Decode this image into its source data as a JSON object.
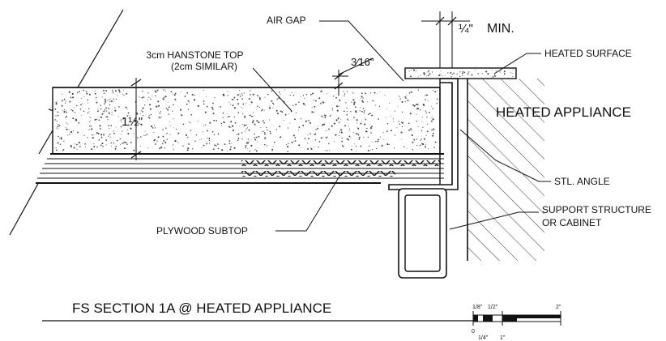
{
  "labels": {
    "air_gap": "AIR GAP",
    "quarter_inch": "¼\"",
    "min": "MIN.",
    "heated_surface": "HEATED SURFACE",
    "hanstone_top_line1": "3cm HANSTONE TOP",
    "hanstone_top_line2": "(2cm SIMILAR)",
    "three_sixteenths": "3⁄16\"",
    "one_and_half": "1½\"",
    "heated_appliance": "HEATED APPLIANCE",
    "stl_angle": "STL. ANGLE",
    "support_line1": "SUPPORT STRUCTURE",
    "support_line2": "OR CABINET",
    "plywood_subtop": "PLYWOOD SUBTOP"
  },
  "title": "FS SECTION 1A @ HEATED APPLIANCE",
  "scale_bar": {
    "top_ticks": [
      "1/8\"",
      "1/2\"",
      "2\""
    ],
    "bottom_ticks": [
      "0",
      "1/4\"",
      "1\""
    ]
  }
}
